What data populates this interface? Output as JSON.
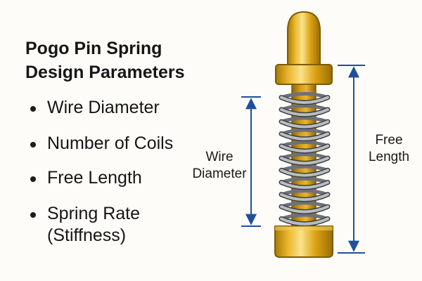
{
  "title": {
    "line1": "Pogo Pin Spring",
    "line2": "Design Parameters"
  },
  "parameters": [
    {
      "lines": [
        "Wire Diameter"
      ]
    },
    {
      "lines": [
        "Number of Coils"
      ]
    },
    {
      "lines": [
        "Free Length"
      ]
    },
    {
      "lines": [
        "Spring Rate",
        "(Stiffness)"
      ]
    }
  ],
  "diagram": {
    "wire_label": {
      "line1": "Wire",
      "line2": "Diameter"
    },
    "free_label": {
      "line1": "Free",
      "line2": "Length"
    }
  },
  "colors": {
    "background": "#fdfcf8",
    "brass": "#e1a917",
    "brass_dark": "#a87908",
    "spring": "#8f9297",
    "dimension_line": "#1f4f9c"
  },
  "icons": {
    "bullet": "filled-circle"
  }
}
